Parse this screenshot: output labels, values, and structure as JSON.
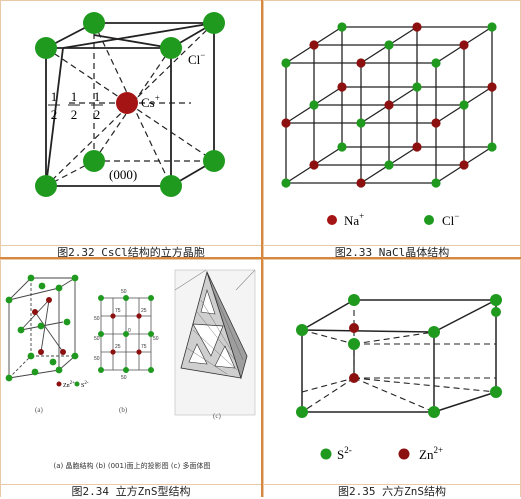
{
  "colors": {
    "divider": "#d7873e",
    "atom_green": "#1f9a1f",
    "atom_red": "#8c1010",
    "line": "#222222"
  },
  "panels": {
    "cscl": {
      "caption": "图2.32 CsCl结构的立方晶胞",
      "label_anion": "Cl",
      "label_anion_sup": "−",
      "label_cation": "Cs",
      "label_cation_sup": "+",
      "origin_label": "(000)",
      "frac_num": "1",
      "frac_den": "2"
    },
    "nacl": {
      "caption": "图2.33 NaCl晶体结构",
      "legend_cation": "Na",
      "legend_cation_sup": "+",
      "legend_anion": "Cl",
      "legend_anion_sup": "−"
    },
    "zns_cubic": {
      "caption": "图2.34 立方ZnS型结构",
      "legend_cation": "Zn",
      "legend_cation_sup": "2+",
      "legend_anion": "S",
      "legend_anion_sup": "2-",
      "sub_a": "(a)",
      "sub_b": "(b)",
      "sub_c": "(c)",
      "desc": "(a) 晶胞结构   (b) (001)面上的投影图   (c) 多面体图",
      "proj_labels": [
        "50",
        "50",
        "75",
        "25",
        "0",
        "50",
        "50",
        "25",
        "75",
        "50",
        "50"
      ]
    },
    "zns_hex": {
      "caption": "图2.35 六方ZnS结构",
      "legend_anion": "S",
      "legend_anion_sup": "2-",
      "legend_cation": "Zn",
      "legend_cation_sup": "2+"
    }
  }
}
